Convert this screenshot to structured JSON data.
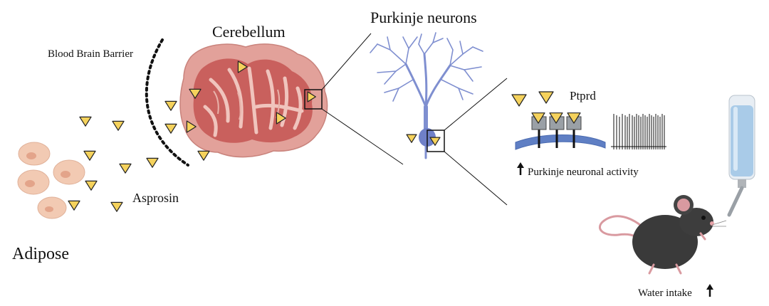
{
  "labels": {
    "cerebellum": "Cerebellum",
    "purkinje_neurons": "Purkinje neurons",
    "blood_brain_barrier": "Blood Brain Barrier",
    "ptprd": "Ptprd",
    "asprosin": "Asprosin",
    "adipose": "Adipose",
    "purkinje_activity": "Purkinje neuronal activity",
    "water_intake": "Water intake"
  },
  "colors": {
    "fat_cell": "#f2cab3",
    "fat_nucleus": "#e3a48a",
    "asprosin_fill": "#f5d25c",
    "cerebellum_outer": "#e2a19a",
    "cerebellum_inner": "#c9605d",
    "neuron": "#7f8fd0",
    "membrane": "#5f7fc4",
    "receptor": "#9aa0a6",
    "mouse": "#3a3a3a",
    "mouse_pink": "#d99aa0",
    "bottle_water": "#a9cbe8"
  },
  "icons": [
    "up-arrow-icon",
    "asprosin-triangle-icon",
    "fat-cell-icon",
    "water-bottle-icon",
    "mouse-icon"
  ]
}
